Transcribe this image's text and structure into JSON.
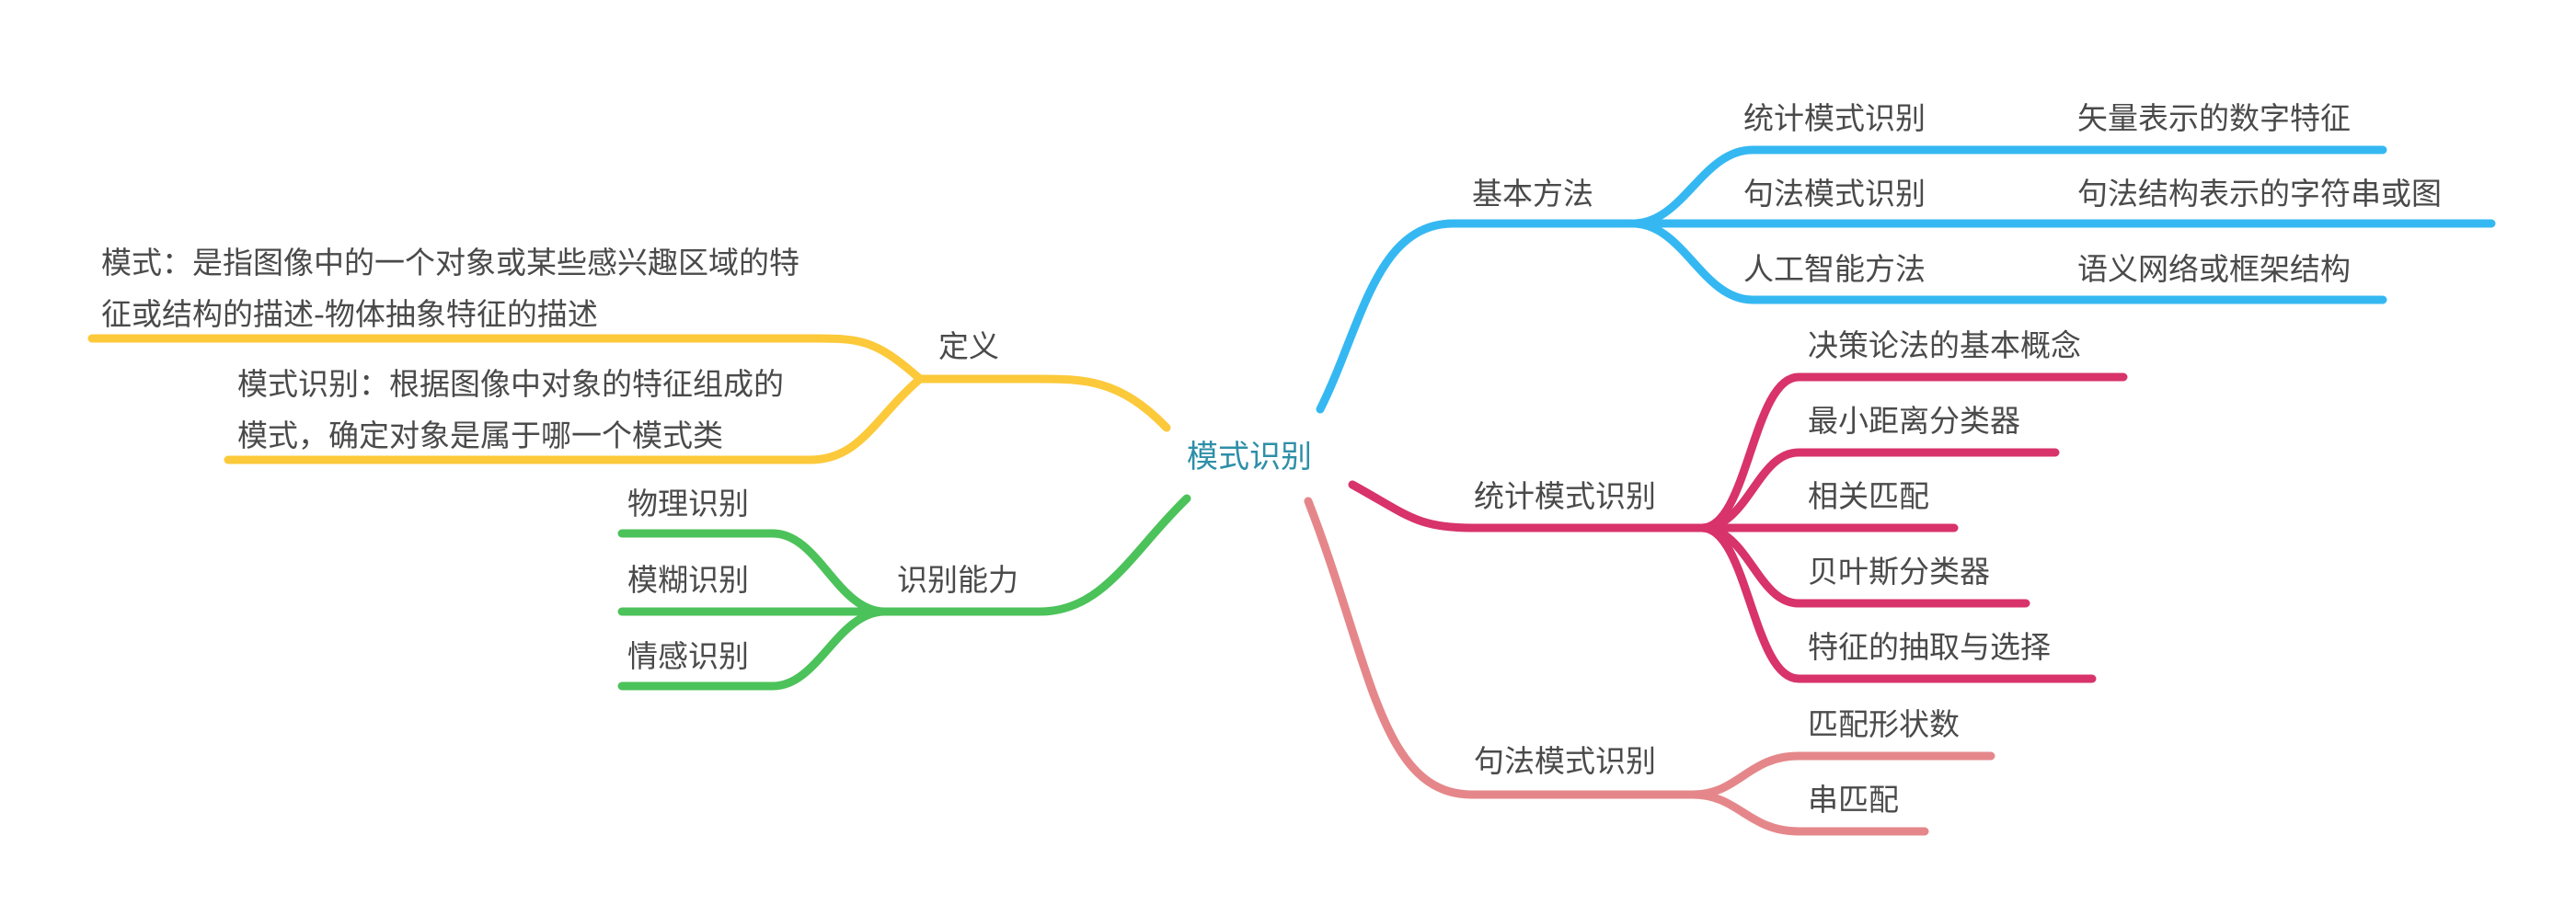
{
  "root": {
    "label": "模式识别"
  },
  "colors": {
    "definition": "#FCC93A",
    "recognition_ability": "#4CC25A",
    "basic_methods": "#35B8F2",
    "statistical": "#D8336B",
    "syntactic": "#E5878A",
    "root_text": "#2E8FA8",
    "text": "#4A4A4A"
  },
  "branches": {
    "definition": {
      "label": "定义",
      "children": [
        "模式：是指图像中的一个对象或某些感兴趣区域的特征或结构的描述-物体抽象特征的描述",
        "模式识别：根据图像中对象的特征组成的模式，确定对象是属于哪一个模式类"
      ]
    },
    "recognition_ability": {
      "label": "识别能力",
      "children": [
        "物理识别",
        "模糊识别",
        "情感识别"
      ]
    },
    "basic_methods": {
      "label": "基本方法",
      "children": [
        {
          "label": "统计模式识别",
          "detail": "矢量表示的数字特征"
        },
        {
          "label": "句法模式识别",
          "detail": "句法结构表示的字符串或图"
        },
        {
          "label": "人工智能方法",
          "detail": "语义网络或框架结构"
        }
      ]
    },
    "statistical": {
      "label": "统计模式识别",
      "children": [
        "决策论法的基本概念",
        "最小距离分类器",
        "相关匹配",
        "贝叶斯分类器",
        "特征的抽取与选择"
      ]
    },
    "syntactic": {
      "label": "句法模式识别",
      "children": [
        "匹配形状数",
        "串匹配"
      ]
    }
  }
}
